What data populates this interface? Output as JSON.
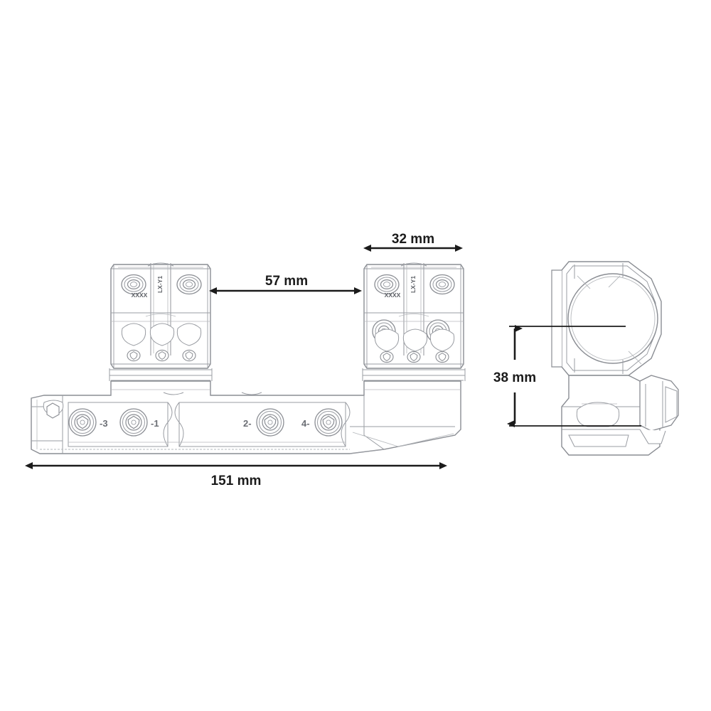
{
  "drawing": {
    "title": "Cantilever scope mount technical drawing",
    "background_color": "#ffffff",
    "line_color": "#8a8d93",
    "dim_color": "#1b1b1b",
    "mark_color": "#5d6066"
  },
  "dimensions": {
    "ring_spacing": {
      "label": "57 mm",
      "value": 57,
      "unit": "mm",
      "orientation": "horizontal"
    },
    "ring_width": {
      "label": "32 mm",
      "value": 32,
      "unit": "mm",
      "orientation": "horizontal"
    },
    "total_length": {
      "label": "151 mm",
      "value": 151,
      "unit": "mm",
      "orientation": "horizontal"
    },
    "center_height": {
      "label": "38 mm",
      "value": 38,
      "unit": "mm",
      "orientation": "vertical"
    }
  },
  "side_view": {
    "name": "side-view",
    "ring_markings": {
      "code": "XXXX",
      "model": "LX-Y1"
    },
    "screw_labels": [
      {
        "label": "-3",
        "position": "left-outer"
      },
      {
        "label": "-1",
        "position": "left-inner"
      },
      {
        "label": "2-",
        "position": "right-inner"
      },
      {
        "label": "4-",
        "position": "right-outer"
      }
    ]
  },
  "front_view": {
    "name": "front-view",
    "shape": "octagonal ring with circular bore",
    "has_clamp_lever": true
  }
}
